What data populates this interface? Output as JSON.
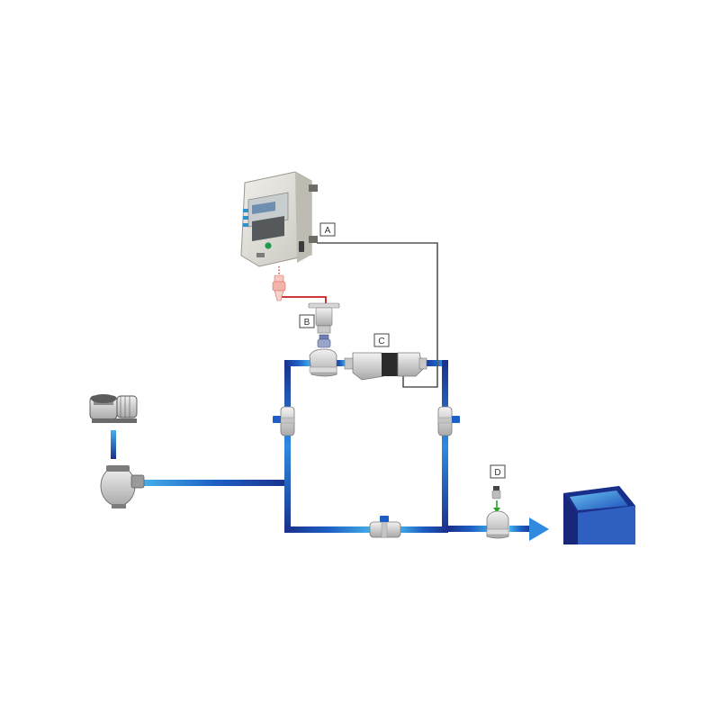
{
  "diagram": {
    "labels": {
      "a": "A",
      "b": "B",
      "c": "C",
      "d": "D"
    },
    "colors": {
      "pipe_dark": "#1a2f8a",
      "pipe_mid": "#1d5fc4",
      "pipe_light": "#45b0ea",
      "signal_wire": "#555555",
      "probe_wire": "#cc1c1c",
      "flow_marker": "#2aa52a",
      "pool_water": "#2f7fd8",
      "control_unit_body": "#e2e0da"
    },
    "icons": [
      "control-unit-icon",
      "pump-icon",
      "sand-filter-icon",
      "probe-icon",
      "electrolysis-cell-icon",
      "valve-icon",
      "pool-icon",
      "flow-arrow-icon"
    ]
  }
}
